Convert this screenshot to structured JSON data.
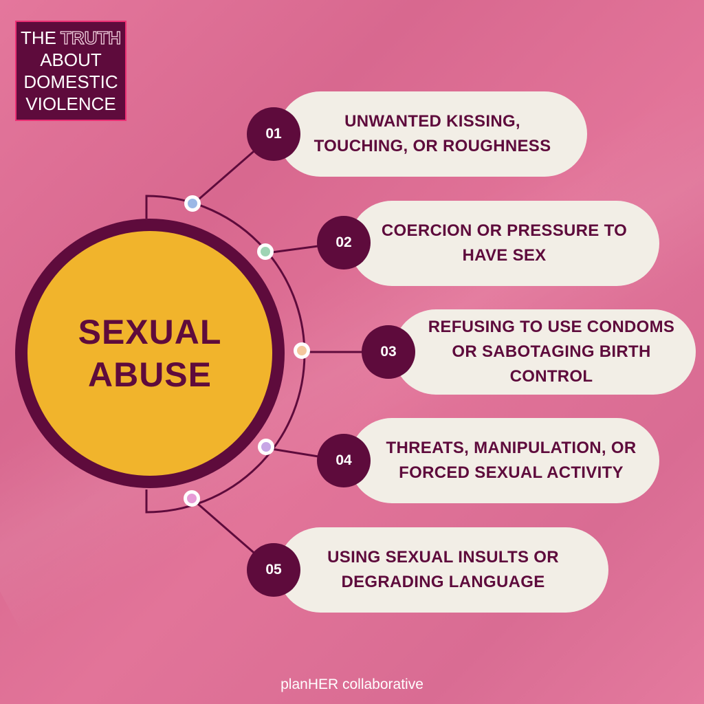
{
  "title_box": {
    "line1_a": "THE",
    "line1_b": "TRUTH",
    "line2": "ABOUT",
    "line3": "DOMESTIC",
    "line4": "VIOLENCE"
  },
  "center": {
    "line1": "SEXUAL",
    "line2": "ABUSE"
  },
  "items": [
    {
      "number": "01",
      "lines": [
        "UNWANTED KISSING,",
        "TOUCHING, OR ROUGHNESS"
      ],
      "dot_color": "#9bb8e6"
    },
    {
      "number": "02",
      "lines": [
        "COERCION OR PRESSURE TO",
        "HAVE SEX"
      ],
      "dot_color": "#9ed4b4"
    },
    {
      "number": "03",
      "lines": [
        "REFUSING TO USE CONDOMS",
        "OR SABOTAGING BIRTH",
        "CONTROL"
      ],
      "dot_color": "#f4c79e"
    },
    {
      "number": "04",
      "lines": [
        "THREATS, MANIPULATION, OR",
        "FORCED SEXUAL ACTIVITY"
      ],
      "dot_color": "#c8a6e6"
    },
    {
      "number": "05",
      "lines": [
        "USING SEXUAL INSULTS OR",
        "DEGRADING LANGUAGE"
      ],
      "dot_color": "#e79ad6"
    }
  ],
  "footer": "planHER collaborative",
  "colors": {
    "background": "#e4779c",
    "dark_plum": "#5e0b3c",
    "center_fill": "#f1b42c",
    "pill_fill": "#f2eee6",
    "title_border": "#ec2f74"
  }
}
